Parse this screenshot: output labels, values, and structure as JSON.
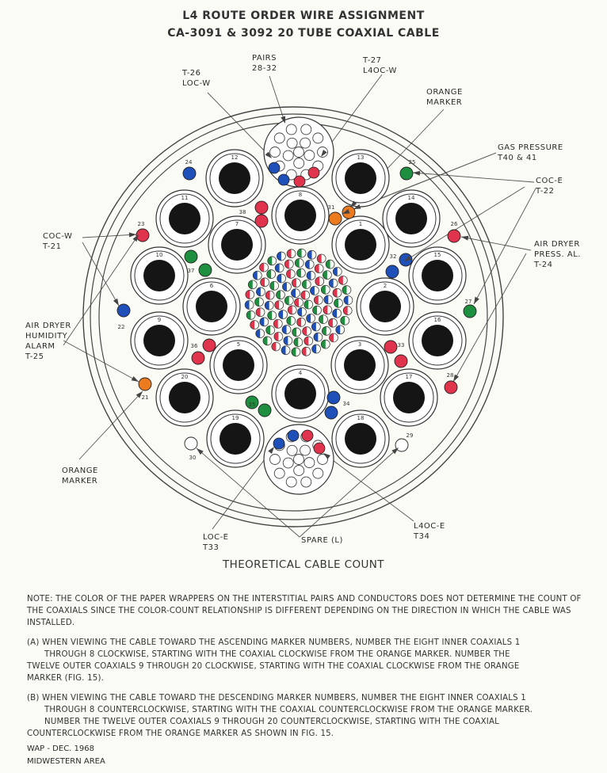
{
  "title": {
    "line1": "L4 Route Order Wire Assignment",
    "line2": "CA-3091 & 3092 20 Tube Coaxial Cable"
  },
  "callouts": {
    "pairs": [
      "PAIRS",
      "28-32"
    ],
    "t26": [
      "T-26",
      "LOC-W"
    ],
    "t27": [
      "T-27",
      "L4OC-W"
    ],
    "orange_top": [
      "ORANGE",
      "MARKER"
    ],
    "gas": [
      "GAS PRESSURE",
      "T40 & 41"
    ],
    "coc_e": [
      "COC-E",
      "T-22"
    ],
    "coc_w": [
      "COC-W",
      "T-21"
    ],
    "air_dryer_press": [
      "AIR DRYER",
      "PRESS. AL.",
      "T-24"
    ],
    "air_dryer_hum": [
      "AIR DRYER",
      "HUMIDITY",
      "ALARM",
      "T-25"
    ],
    "orange_bottom": [
      "ORANGE",
      "MARKER"
    ],
    "loc_e": [
      "LOC-E",
      "T33"
    ],
    "spare": [
      "SPARE (L)"
    ],
    "l4oc_e": [
      "L4OC-E",
      "T34"
    ]
  },
  "subtitle": "Theoretical Cable Count",
  "coax_labels": {
    "inner": [
      "1",
      "2",
      "3",
      "4",
      "5",
      "6",
      "7",
      "8"
    ],
    "outer": [
      "9",
      "10",
      "11",
      "12",
      "13",
      "14",
      "15",
      "16",
      "17",
      "18",
      "19",
      "20"
    ]
  },
  "marker_labels": [
    "21",
    "22",
    "23",
    "24",
    "25",
    "26",
    "27",
    "28",
    "29",
    "30",
    "31",
    "32",
    "33",
    "34",
    "35",
    "36",
    "37",
    "38"
  ],
  "colors": {
    "red": "#e0344d",
    "blue": "#1f4fb8",
    "green": "#1e8f3e",
    "orange": "#ec7a1f",
    "white": "#ffffff",
    "core": "#151515"
  },
  "notes": {
    "note": "NOTE: THE COLOR OF THE PAPER WRAPPERS ON THE INTERSTITIAL PAIRS AND CONDUCTORS DOES NOT DETERMINE THE COUNT OF THE COAXIALS SINCE THE COLOR-COUNT RELATIONSHIP IS DIFFERENT DEPENDING ON THE DIRECTION IN WHICH THE CABLE WAS INSTALLED.",
    "a_1": "(A)  WHEN VIEWING THE CABLE TOWARD THE ASCENDING MARKER NUMBERS, NUMBER THE EIGHT INNER COAXIALS 1",
    "a_2": "THROUGH 8 CLOCKWISE, STARTING WITH THE COAXIAL CLOCKWISE FROM THE ORANGE MARKER.  NUMBER THE",
    "a_3": "TWELVE OUTER COAXIALS 9 THROUGH 20 CLOCKWISE, STARTING WITH THE COAXIAL CLOCKWISE FROM THE ORANGE",
    "a_4": "MARKER (FIG. 15).",
    "b_1": "(B)  WHEN VIEWING THE CABLE TOWARD THE DESCENDING MARKER NUMBERS, NUMBER THE EIGHT INNER COAXIALS 1",
    "b_2": "THROUGH 8 COUNTERCLOCKWISE, STARTING WITH THE COAXIAL COUNTERCLOCKWISE FROM THE ORANGE MARKER.",
    "b_3": "NUMBER THE TWELVE OUTER COAXIALS 9 THROUGH 20 COUNTERCLOCKWISE, STARTING WITH THE COAXIAL",
    "b_4": "COUNTERCLOCKWISE FROM THE ORANGE MARKER AS SHOWN IN FIG. 15."
  },
  "footer": {
    "line1": "WAP - DEC. 1968",
    "line2": "MIDWESTERN AREA"
  }
}
